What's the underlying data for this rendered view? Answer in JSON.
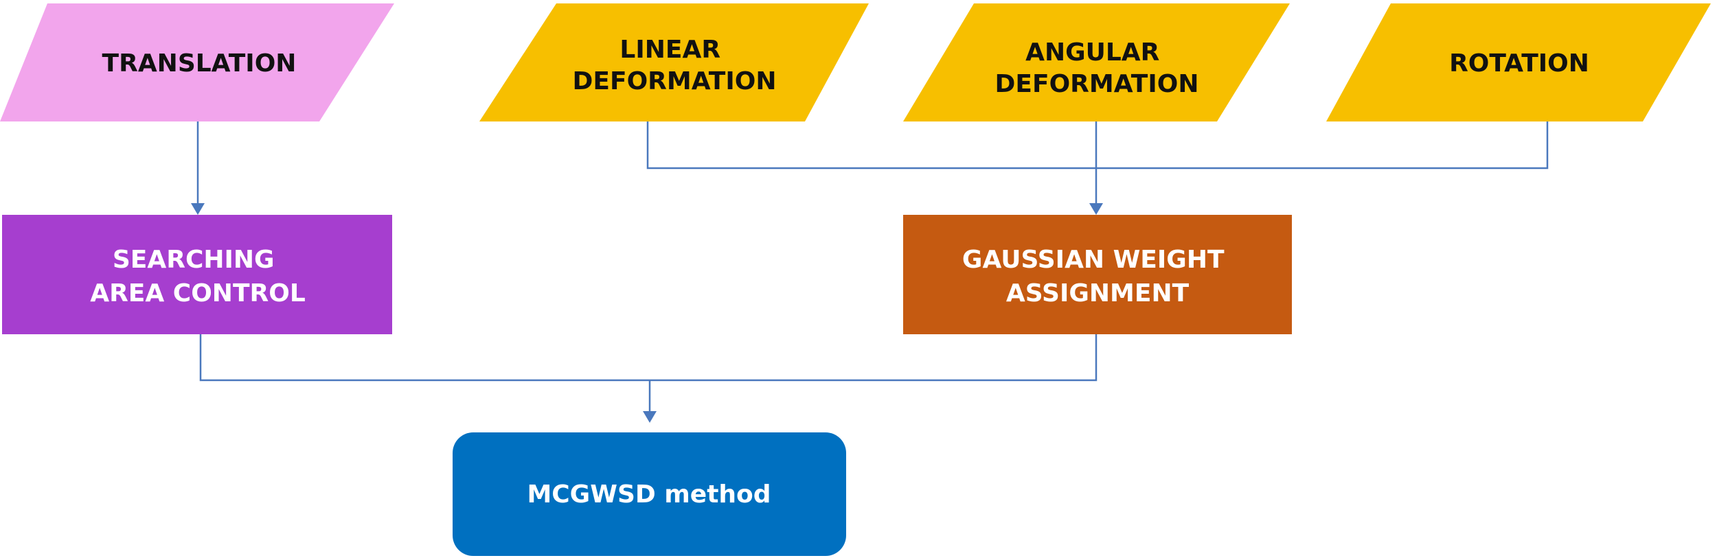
{
  "colors": {
    "translation": "#f2a5ec",
    "deformation": "#f7bf00",
    "searching": "#a63ecf",
    "gaussian": "#c55a11",
    "method": "#0070c0",
    "connector": "#4a78bd"
  },
  "nodes": {
    "translation": {
      "lines": [
        "TRANSLATION"
      ]
    },
    "linear_deformation": {
      "lines": [
        "LINEAR",
        "DEFORMATION"
      ]
    },
    "angular_deformation": {
      "lines": [
        "ANGULAR",
        "DEFORMATION"
      ]
    },
    "rotation": {
      "lines": [
        "ROTATION"
      ]
    },
    "searching_area_control": {
      "lines": [
        "SEARCHING",
        "AREA CONTROL"
      ]
    },
    "gaussian_weight_assignment": {
      "lines": [
        "GAUSSIAN WEIGHT",
        "ASSIGNMENT"
      ]
    },
    "mcgwsd_method": {
      "lines": [
        "MCGWSD method"
      ]
    }
  }
}
